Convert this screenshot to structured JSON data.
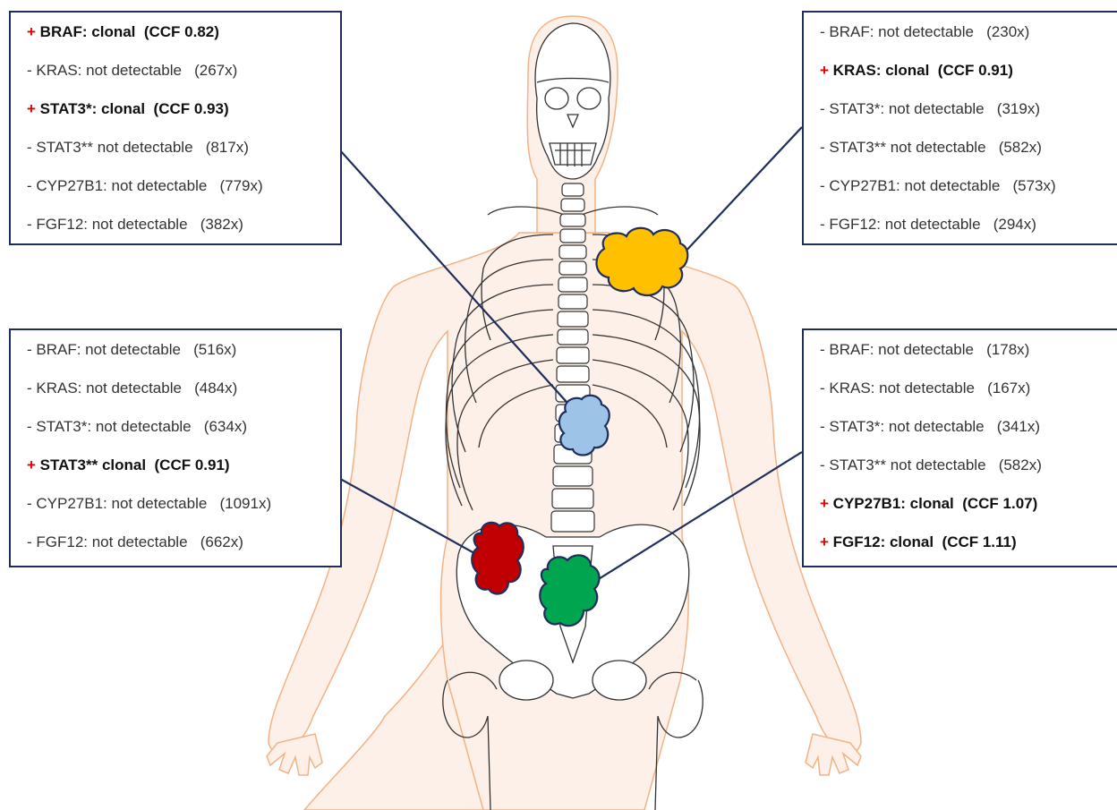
{
  "boxes": {
    "top_left": {
      "rows": [
        {
          "plus": "+",
          "text": "BRAF: clonal  (CCF 0.82)",
          "positive": true
        },
        {
          "plus": "",
          "text": "- KRAS: not detectable   (267x)",
          "positive": false
        },
        {
          "plus": "+",
          "text": "STAT3*: clonal  (CCF 0.93)",
          "positive": true
        },
        {
          "plus": "",
          "text": "- STAT3** not detectable   (817x)",
          "positive": false
        },
        {
          "plus": "",
          "text": "- CYP27B1: not detectable   (779x)",
          "positive": false
        },
        {
          "plus": "",
          "text": "- FGF12: not detectable   (382x)",
          "positive": false
        }
      ]
    },
    "top_right": {
      "rows": [
        {
          "plus": "",
          "text": "- BRAF: not detectable   (230x)",
          "positive": false
        },
        {
          "plus": "+",
          "text": "KRAS: clonal  (CCF 0.91)",
          "positive": true
        },
        {
          "plus": "",
          "text": "- STAT3*: not detectable   (319x)",
          "positive": false
        },
        {
          "plus": "",
          "text": "- STAT3** not detectable   (582x)",
          "positive": false
        },
        {
          "plus": "",
          "text": "- CYP27B1: not detectable   (573x)",
          "positive": false
        },
        {
          "plus": "",
          "text": "- FGF12: not detectable   (294x)",
          "positive": false
        }
      ]
    },
    "bottom_left": {
      "rows": [
        {
          "plus": "",
          "text": "- BRAF: not detectable   (516x)",
          "positive": false
        },
        {
          "plus": "",
          "text": "- KRAS: not detectable   (484x)",
          "positive": false
        },
        {
          "plus": "",
          "text": "- STAT3*: not detectable   (634x)",
          "positive": false
        },
        {
          "plus": "+",
          "text": "STAT3** clonal  (CCF 0.91)",
          "positive": true
        },
        {
          "plus": "",
          "text": "- CYP27B1: not detectable   (1091x)",
          "positive": false
        },
        {
          "plus": "",
          "text": "- FGF12: not detectable   (662x)",
          "positive": false
        }
      ]
    },
    "bottom_right": {
      "rows": [
        {
          "plus": "",
          "text": "- BRAF: not detectable   (178x)",
          "positive": false
        },
        {
          "plus": "",
          "text": "- KRAS: not detectable   (167x)",
          "positive": false
        },
        {
          "plus": "",
          "text": "- STAT3*: not detectable   (341x)",
          "positive": false
        },
        {
          "plus": "",
          "text": "- STAT3** not detectable   (582x)",
          "positive": false
        },
        {
          "plus": "+",
          "text": "CYP27B1: clonal  (CCF 1.07)",
          "positive": true
        },
        {
          "plus": "+",
          "text": "FGF12: clonal  (CCF 1.11)",
          "positive": true
        }
      ]
    }
  },
  "lesions": {
    "yellow": {
      "color": "#FFC000",
      "site": "upper left chest"
    },
    "blue": {
      "color": "#9DC3E6",
      "site": "mid thoracic spine"
    },
    "red": {
      "color": "#C00000",
      "site": "right iliac bone"
    },
    "green": {
      "color": "#00A550",
      "site": "sacrum"
    }
  },
  "colors": {
    "body_outline": "#F4B183",
    "body_fill": "#FDF0E8",
    "bone_stroke": "#333333",
    "callout_line": "#1F2D5C",
    "plus_marker": "#E00000"
  }
}
